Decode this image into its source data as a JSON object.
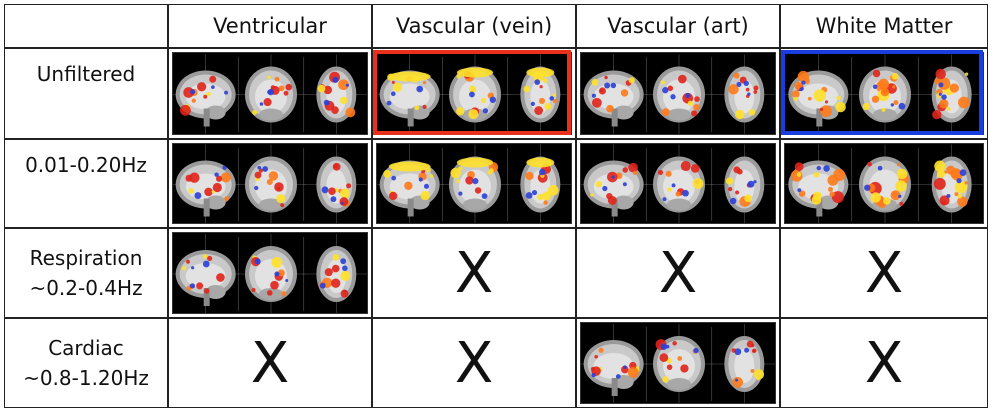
{
  "columns": [
    "Ventricular",
    "Vascular (vein)",
    "Vascular (art)",
    "White Matter"
  ],
  "rows": [
    {
      "lines": [
        "Unfiltered"
      ],
      "cells": [
        "img",
        "img",
        "img",
        "img"
      ]
    },
    {
      "lines": [
        "0.01-0.20Hz"
      ],
      "cells": [
        "img",
        "img",
        "img",
        "img"
      ]
    },
    {
      "lines": [
        "Respiration",
        "~0.2-0.4Hz"
      ],
      "cells": [
        "img",
        "X",
        "X",
        "X"
      ]
    },
    {
      "lines": [
        "Cardiac",
        "~0.8-1.20Hz"
      ],
      "cells": [
        "X",
        "X",
        "img",
        "X"
      ]
    }
  ],
  "x_mark": "X",
  "highlight_colors": {
    "vein_unfiltered": "#e8301c",
    "white_matter_unfiltered": "#1a3de0"
  },
  "activation_colors": {
    "hot": "#ffe02a",
    "warm": "#ff7a1a",
    "deep": "#e0241a",
    "cold": "#2a3fd8"
  },
  "views": [
    "sagittal-view",
    "coronal-view",
    "axial-view"
  ]
}
